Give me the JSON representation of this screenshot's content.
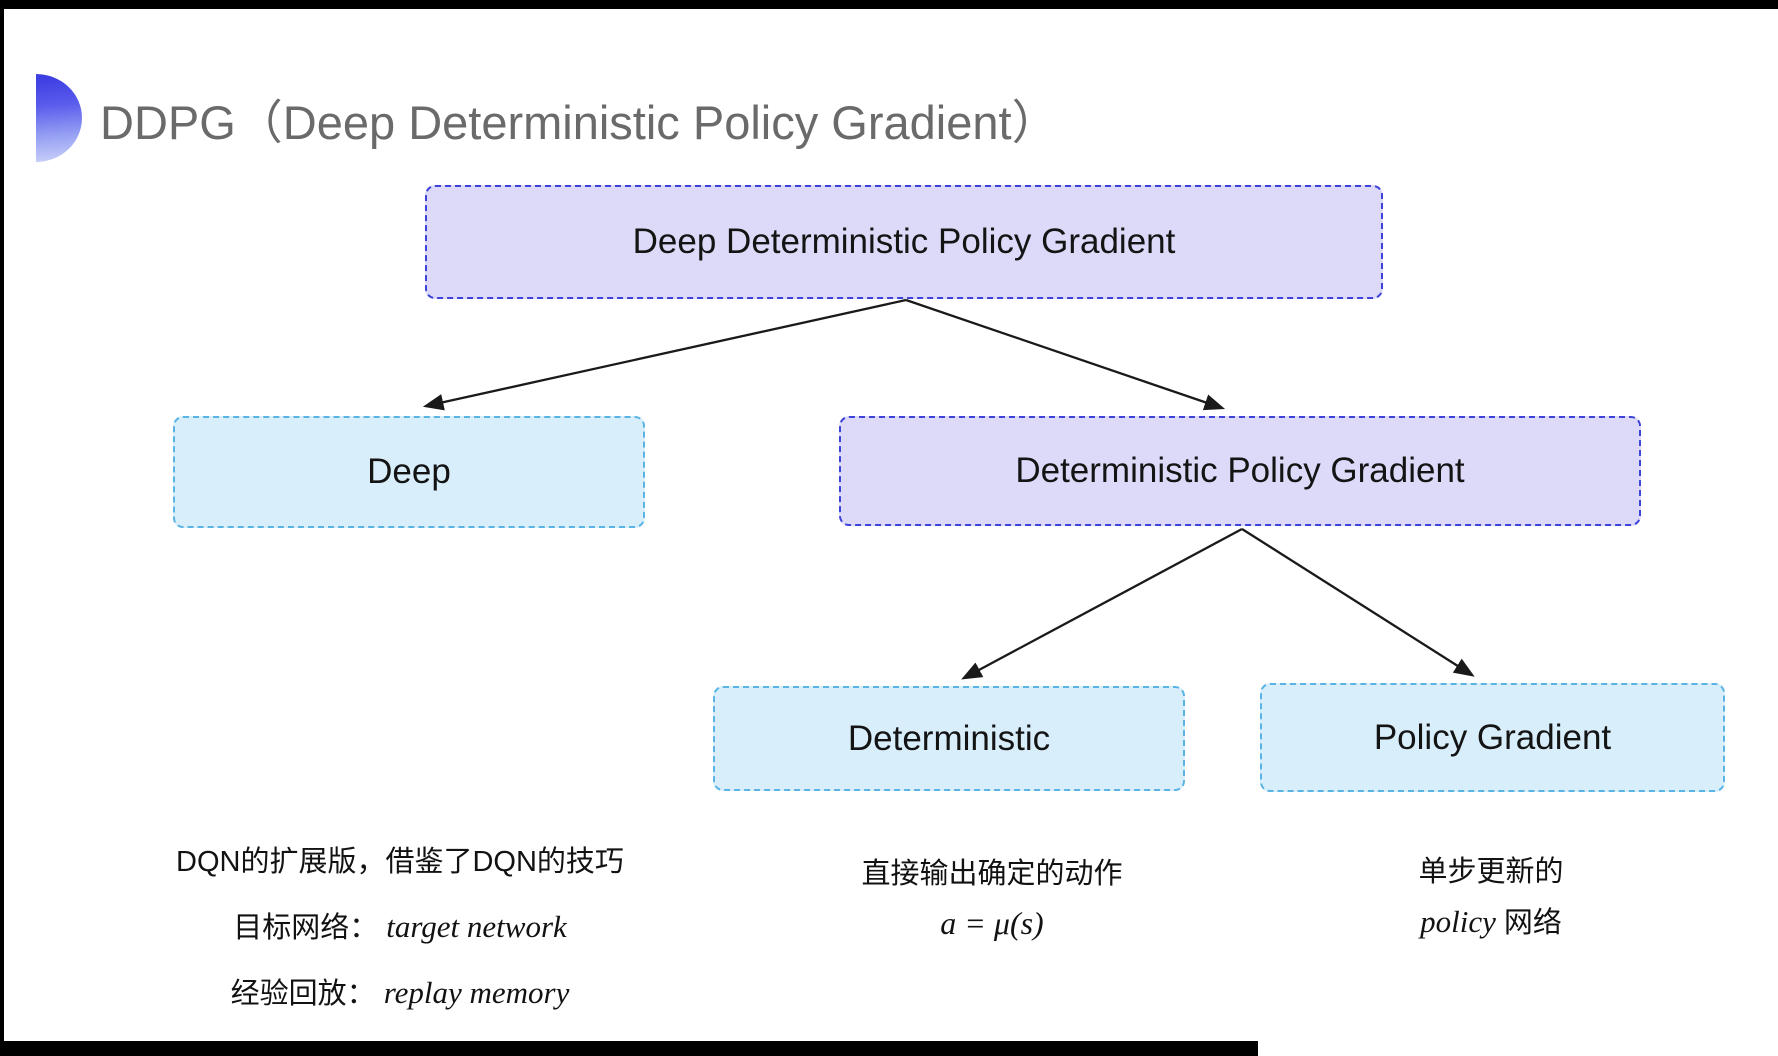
{
  "title": {
    "text": "DDPG（Deep Deterministic Policy Gradient）"
  },
  "nodes": {
    "root": "Deep Deterministic Policy Gradient",
    "deep": "Deep",
    "dpg": "Deterministic Policy Gradient",
    "deterministic": "Deterministic",
    "policy_gradient": "Policy Gradient"
  },
  "notes": {
    "deep": {
      "line1": "DQN的扩展版，借鉴了DQN的技巧",
      "line2_label": "目标网络：",
      "line2_term": "target network",
      "line3_label": "经验回放：",
      "line3_term": "replay memory"
    },
    "deterministic": {
      "line1": "直接输出确定的动作",
      "formula": "a = μ(s)"
    },
    "policy_gradient": {
      "line1": "单步更新的",
      "line2_term": "policy",
      "line2_suffix": " 网络"
    }
  },
  "colors": {
    "title_text": "#6a6a6a",
    "purple_fill": "#dcdaf8",
    "purple_border": "#3d43d8",
    "cyan_fill": "#d8eefb",
    "cyan_border": "#59b4e4",
    "arrow": "#1a1a1a"
  }
}
